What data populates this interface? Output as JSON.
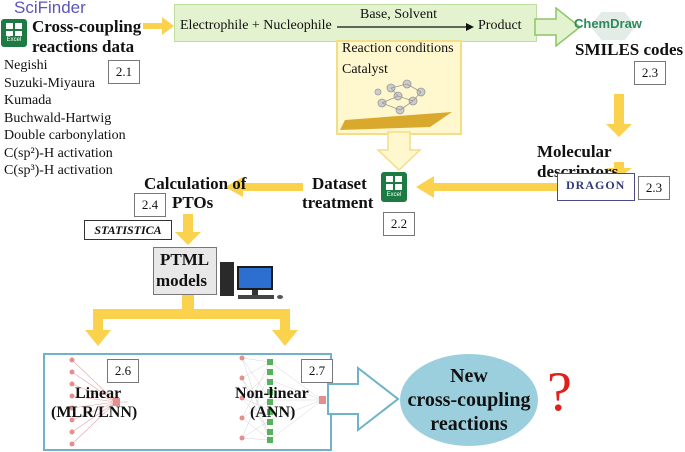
{
  "sources": {
    "scifinder_logo": "SciFinder",
    "excel_label": "Excel",
    "dataset_title_line1": "Cross-coupling",
    "dataset_title_line2": "reactions data",
    "step": "2.1",
    "reactions": [
      "Negishi",
      "Suzuki-Miyaura",
      "Kumada",
      "Buchwald-Hartwig",
      "Double carbonylation",
      "C(sp²)-H activation",
      "C(sp³)-H activation"
    ]
  },
  "reaction_scheme": {
    "reactants": "Electrophile + Nucleophile",
    "arrow_label": "Base, Solvent",
    "product": "Product",
    "conditions_title": "Reaction conditions",
    "catalyst": "Catalyst"
  },
  "chemdraw": {
    "logo": "ChemDraw",
    "label": "SMILES codes",
    "step": "2.3"
  },
  "descriptors": {
    "label": "Molecular descriptors",
    "software": "DRAGON",
    "step": "2.3"
  },
  "dataset_treatment": {
    "line1": "Dataset",
    "line2": "treatment",
    "excel_label": "Excel",
    "step": "2.2"
  },
  "ptos": {
    "line1": "Calculation of",
    "line2": "PTOs",
    "step": "2.4",
    "software": "STATISTICA"
  },
  "ptml": {
    "line1": "PTML",
    "line2": "models"
  },
  "models": {
    "linear_line1": "Linear",
    "linear_line2": "(MLR/LNN)",
    "linear_step": "2.6",
    "nonlinear_line1": "Non-linear",
    "nonlinear_line2": "(ANN)",
    "nonlinear_step": "2.7"
  },
  "outcome": {
    "line1": "New",
    "line2": "cross-coupling",
    "line3": "reactions",
    "mark": "?"
  },
  "colors": {
    "arrow": "#fbd24e",
    "reaction_fill": "#e3f2cf",
    "excel_green": "#1e7a43",
    "panel_border": "#6fb3c6",
    "ellipse": "#9ccfdd",
    "question": "#e0201b"
  }
}
